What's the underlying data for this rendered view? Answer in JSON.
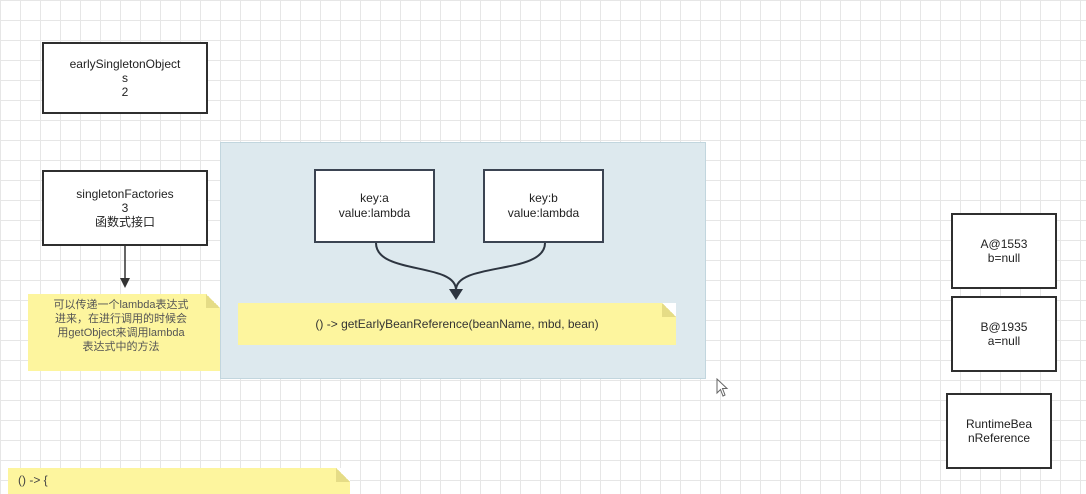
{
  "boxes": {
    "early_singleton_objects": "earlySingletonObject\ns\n2",
    "singleton_factories": "singletonFactories\n3\n函数式接口",
    "a_instance": "A@1553\nb=null",
    "b_instance": "B@1935\na=null",
    "runtime_bean_reference": "RuntimeBea\nnReference"
  },
  "map_entries": {
    "entry_a": "key:a\nvalue:lambda",
    "entry_b": "key:b\nvalue:lambda"
  },
  "notes": {
    "lambda_expression": "() -> getEarlyBeanReference(beanName, mbd, bean)",
    "hint": "可以传递一个lambda表达式\n进来，在进行调用的时候会\n用getObject来调用lambda\n表达式中的方法",
    "bottom": "() -> {"
  },
  "colors": {
    "container_background": "#dde9ee",
    "note_background": "#fdf59e",
    "box_border": "#2f2f2f"
  }
}
